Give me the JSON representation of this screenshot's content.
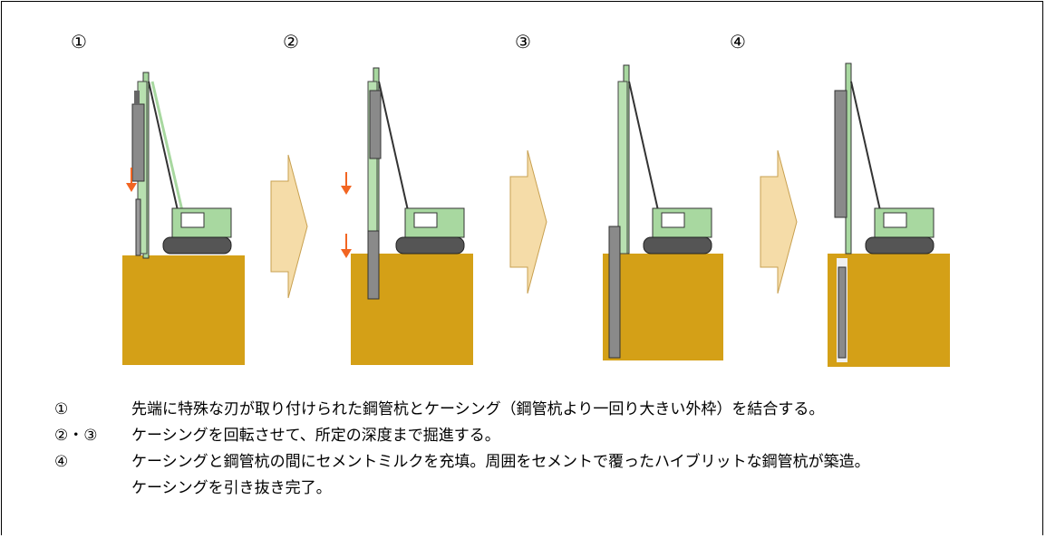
{
  "steps": [
    {
      "number": "①"
    },
    {
      "number": "②"
    },
    {
      "number": "③"
    },
    {
      "number": "④"
    }
  ],
  "notes": [
    {
      "mark": "①",
      "lines": [
        "先端に特殊な刃が取り付けられた鋼管杭とケーシング（鋼管杭より一回り大きい外枠）を結合する。"
      ]
    },
    {
      "mark": "②・③",
      "lines": [
        "ケーシングを回転させて、所定の深度まで掘進する。"
      ]
    },
    {
      "mark": "④",
      "lines": [
        "ケーシングと鋼管杭の間にセメントミルクを充填。周囲をセメントで覆ったハイブリットな鋼管杭が築造。",
        "ケーシングを引き抜き完了。"
      ]
    }
  ],
  "colors": {
    "ground": "#d4a017",
    "machine_body": "#a8d8a0",
    "casing": "#808080",
    "arrow_marker": "#f26522",
    "chevron_fill": "#f5dca8",
    "chevron_edge": "#c8a050"
  }
}
